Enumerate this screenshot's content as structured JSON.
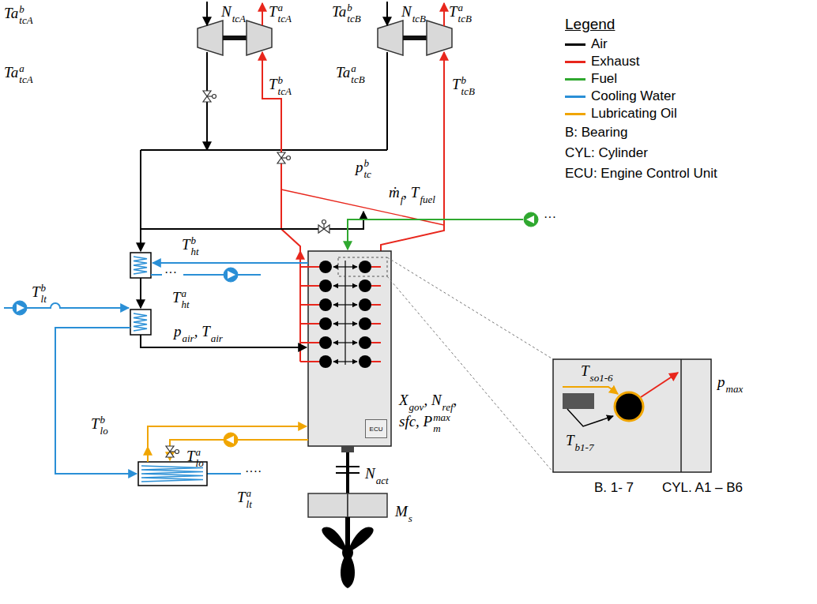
{
  "diagram": {
    "nodes": [
      {
        "text": [
          "ECU"
        ]
      }
    ],
    "labels": [
      "Ta",
      "b",
      "tcA",
      "N",
      "tcA",
      "T",
      "a",
      "tcA",
      "Ta",
      "b",
      "tcB",
      "N",
      "tcB",
      "T",
      "a",
      "tcB",
      "Ta",
      "a",
      "tcA",
      "T",
      "b",
      "tcA",
      "Ta",
      "a",
      "tcB",
      "T",
      "b",
      "tcB",
      "p",
      "b",
      "tc",
      "ṁ",
      "f",
      ", T",
      "fuel",
      "T",
      "b",
      "ht",
      "T",
      "a",
      "ht",
      "T",
      "b",
      "lt",
      "p",
      "air",
      ", T",
      "air",
      "T",
      "b",
      "lo",
      "T",
      "a",
      "lo",
      "T",
      "a",
      "lt",
      "X",
      "gov",
      ", N",
      "ref",
      ",",
      "sfc, P",
      "max",
      "m",
      "N",
      "act",
      "M",
      "s",
      "T",
      "so1-6",
      "T",
      "b1-7",
      "p",
      "max",
      "Legend",
      "B: Bearing",
      "CYL: Cylinder",
      "ECU: Engine Control Unit",
      "B. 1- 7",
      "CYL. A1 – B6",
      "···",
      "···",
      "····"
    ],
    "legend": [
      {
        "text": "Air",
        "color": "#000000"
      },
      {
        "text": "Exhaust",
        "color": "#e8261c"
      },
      {
        "text": "Fuel",
        "color": "#2fa82f"
      },
      {
        "text": "Cooling Water",
        "color": "#2a8fd6"
      },
      {
        "text": "Lubricating Oil",
        "color": "#f0a500"
      }
    ]
  }
}
